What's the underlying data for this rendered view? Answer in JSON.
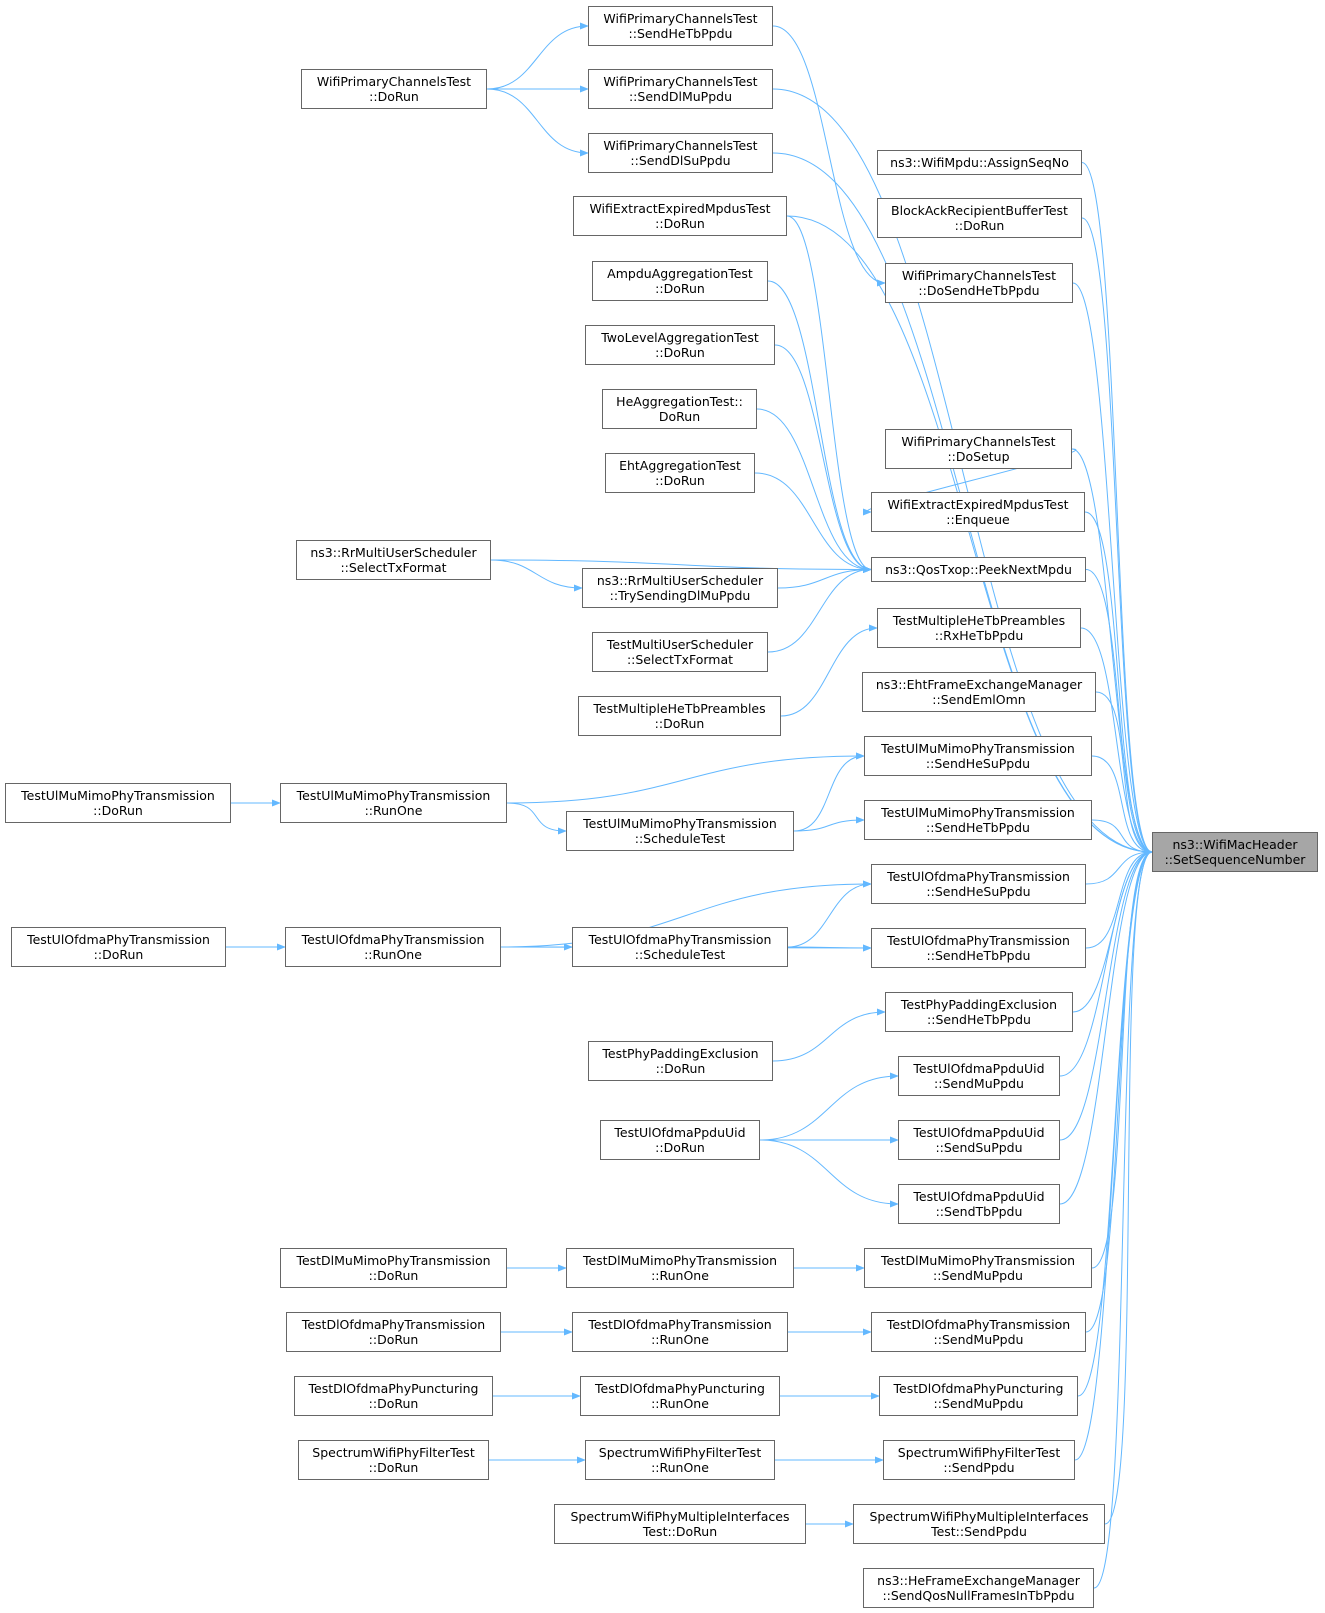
{
  "root": {
    "line1": "ns3::WifiMacHeader",
    "line2": "::SetSequenceNumber"
  },
  "colors": {
    "edge": "#63b8ff",
    "node_border": "#666666",
    "root_fill": "#a6a6a6"
  },
  "nodes": [
    {
      "id": "n1",
      "line1": "WifiPrimaryChannelsTest",
      "line2": "::SendHeTbPpdu"
    },
    {
      "id": "n2",
      "line1": "WifiPrimaryChannelsTest",
      "line2": "::DoRun"
    },
    {
      "id": "n3",
      "line1": "WifiPrimaryChannelsTest",
      "line2": "::SendDlMuPpdu"
    },
    {
      "id": "n4",
      "line1": "WifiPrimaryChannelsTest",
      "line2": "::SendDlSuPpdu"
    },
    {
      "id": "n5",
      "line1": "ns3::WifiMpdu::AssignSeqNo",
      "line2": ""
    },
    {
      "id": "n6",
      "line1": "BlockAckRecipientBufferTest",
      "line2": "::DoRun"
    },
    {
      "id": "n7",
      "line1": "WifiExtractExpiredMpdusTest",
      "line2": "::DoRun"
    },
    {
      "id": "n8",
      "line1": "WifiPrimaryChannelsTest",
      "line2": "::DoSendHeTbPpdu"
    },
    {
      "id": "n9",
      "line1": "AmpduAggregationTest",
      "line2": "::DoRun"
    },
    {
      "id": "n10",
      "line1": "TwoLevelAggregationTest",
      "line2": "::DoRun"
    },
    {
      "id": "n11",
      "line1": "HeAggregationTest::",
      "line2": "DoRun"
    },
    {
      "id": "n12",
      "line1": "WifiPrimaryChannelsTest",
      "line2": "::DoSetup"
    },
    {
      "id": "n13",
      "line1": "EhtAggregationTest",
      "line2": "::DoRun"
    },
    {
      "id": "n14",
      "line1": "WifiExtractExpiredMpdusTest",
      "line2": "::Enqueue"
    },
    {
      "id": "n15",
      "line1": "ns3::RrMultiUserScheduler",
      "line2": "::SelectTxFormat"
    },
    {
      "id": "n16",
      "line1": "ns3::QosTxop::PeekNextMpdu",
      "line2": ""
    },
    {
      "id": "n17",
      "line1": "ns3::RrMultiUserScheduler",
      "line2": "::TrySendingDlMuPpdu"
    },
    {
      "id": "n18",
      "line1": "TestMultipleHeTbPreambles",
      "line2": "::RxHeTbPpdu"
    },
    {
      "id": "n19",
      "line1": "TestMultiUserScheduler",
      "line2": "::SelectTxFormat"
    },
    {
      "id": "n20",
      "line1": "ns3::EhtFrameExchangeManager",
      "line2": "::SendEmlOmn"
    },
    {
      "id": "n21",
      "line1": "TestMultipleHeTbPreambles",
      "line2": "::DoRun"
    },
    {
      "id": "n22",
      "line1": "TestUlMuMimoPhyTransmission",
      "line2": "::SendHeSuPpdu"
    },
    {
      "id": "n23",
      "line1": "TestUlMuMimoPhyTransmission",
      "line2": "::DoRun"
    },
    {
      "id": "n24",
      "line1": "TestUlMuMimoPhyTransmission",
      "line2": "::RunOne"
    },
    {
      "id": "n25",
      "line1": "TestUlMuMimoPhyTransmission",
      "line2": "::SendHeTbPpdu"
    },
    {
      "id": "n26",
      "line1": "TestUlMuMimoPhyTransmission",
      "line2": "::ScheduleTest"
    },
    {
      "id": "n27",
      "line1": "TestUlOfdmaPhyTransmission",
      "line2": "::SendHeSuPpdu"
    },
    {
      "id": "n28",
      "line1": "TestUlOfdmaPhyTransmission",
      "line2": "::DoRun"
    },
    {
      "id": "n29",
      "line1": "TestUlOfdmaPhyTransmission",
      "line2": "::RunOne"
    },
    {
      "id": "n30",
      "line1": "TestUlOfdmaPhyTransmission",
      "line2": "::ScheduleTest"
    },
    {
      "id": "n31",
      "line1": "TestUlOfdmaPhyTransmission",
      "line2": "::SendHeTbPpdu"
    },
    {
      "id": "n32",
      "line1": "TestPhyPaddingExclusion",
      "line2": "::SendHeTbPpdu"
    },
    {
      "id": "n33",
      "line1": "TestPhyPaddingExclusion",
      "line2": "::DoRun"
    },
    {
      "id": "n34",
      "line1": "TestUlOfdmaPpduUid",
      "line2": "::SendMuPpdu"
    },
    {
      "id": "n35",
      "line1": "TestUlOfdmaPpduUid",
      "line2": "::DoRun"
    },
    {
      "id": "n36",
      "line1": "TestUlOfdmaPpduUid",
      "line2": "::SendSuPpdu"
    },
    {
      "id": "n37",
      "line1": "TestUlOfdmaPpduUid",
      "line2": "::SendTbPpdu"
    },
    {
      "id": "n38",
      "line1": "TestDlMuMimoPhyTransmission",
      "line2": "::DoRun"
    },
    {
      "id": "n39",
      "line1": "TestDlMuMimoPhyTransmission",
      "line2": "::RunOne"
    },
    {
      "id": "n40",
      "line1": "TestDlMuMimoPhyTransmission",
      "line2": "::SendMuPpdu"
    },
    {
      "id": "n41",
      "line1": "TestDlOfdmaPhyTransmission",
      "line2": "::DoRun"
    },
    {
      "id": "n42",
      "line1": "TestDlOfdmaPhyTransmission",
      "line2": "::RunOne"
    },
    {
      "id": "n43",
      "line1": "TestDlOfdmaPhyTransmission",
      "line2": "::SendMuPpdu"
    },
    {
      "id": "n44",
      "line1": "TestDlOfdmaPhyPuncturing",
      "line2": "::DoRun"
    },
    {
      "id": "n45",
      "line1": "TestDlOfdmaPhyPuncturing",
      "line2": "::RunOne"
    },
    {
      "id": "n46",
      "line1": "TestDlOfdmaPhyPuncturing",
      "line2": "::SendMuPpdu"
    },
    {
      "id": "n47",
      "line1": "SpectrumWifiPhyFilterTest",
      "line2": "::DoRun"
    },
    {
      "id": "n48",
      "line1": "SpectrumWifiPhyFilterTest",
      "line2": "::RunOne"
    },
    {
      "id": "n49",
      "line1": "SpectrumWifiPhyFilterTest",
      "line2": "::SendPpdu"
    },
    {
      "id": "n50",
      "line1": "SpectrumWifiPhyMultipleInterfaces",
      "line2": "Test::DoRun"
    },
    {
      "id": "n51",
      "line1": "SpectrumWifiPhyMultipleInterfaces",
      "line2": "Test::SendPpdu"
    },
    {
      "id": "n52",
      "line1": "ns3::HeFrameExchangeManager",
      "line2": "::SendQosNullFramesInTbPpdu"
    }
  ],
  "edges": [
    [
      "n2",
      "n1"
    ],
    [
      "n2",
      "n3"
    ],
    [
      "n2",
      "n4"
    ],
    [
      "n1",
      "n8"
    ],
    [
      "n5",
      "root"
    ],
    [
      "n6",
      "root"
    ],
    [
      "n8",
      "root"
    ],
    [
      "n3",
      "root"
    ],
    [
      "n4",
      "root"
    ],
    [
      "n7",
      "root"
    ],
    [
      "n12",
      "root"
    ],
    [
      "n14",
      "root"
    ],
    [
      "n16",
      "root"
    ],
    [
      "n18",
      "root"
    ],
    [
      "n20",
      "root"
    ],
    [
      "n22",
      "root"
    ],
    [
      "n25",
      "root"
    ],
    [
      "n27",
      "root"
    ],
    [
      "n31",
      "root"
    ],
    [
      "n32",
      "root"
    ],
    [
      "n34",
      "root"
    ],
    [
      "n36",
      "root"
    ],
    [
      "n37",
      "root"
    ],
    [
      "n40",
      "root"
    ],
    [
      "n43",
      "root"
    ],
    [
      "n46",
      "root"
    ],
    [
      "n49",
      "root"
    ],
    [
      "n51",
      "root"
    ],
    [
      "n52",
      "root"
    ],
    [
      "n7",
      "n16"
    ],
    [
      "n9",
      "n16"
    ],
    [
      "n10",
      "n16"
    ],
    [
      "n11",
      "n16"
    ],
    [
      "n13",
      "n16"
    ],
    [
      "n15",
      "n16"
    ],
    [
      "n17",
      "n16"
    ],
    [
      "n19",
      "n16"
    ],
    [
      "n12",
      "n14"
    ],
    [
      "n15",
      "n17"
    ],
    [
      "n21",
      "n18"
    ],
    [
      "n23",
      "n24"
    ],
    [
      "n24",
      "n22"
    ],
    [
      "n24",
      "n26"
    ],
    [
      "n26",
      "n22"
    ],
    [
      "n26",
      "n25"
    ],
    [
      "n28",
      "n29"
    ],
    [
      "n29",
      "n27"
    ],
    [
      "n29",
      "n30"
    ],
    [
      "n29",
      "n31"
    ],
    [
      "n30",
      "n27"
    ],
    [
      "n30",
      "n31"
    ],
    [
      "n33",
      "n32"
    ],
    [
      "n35",
      "n34"
    ],
    [
      "n35",
      "n36"
    ],
    [
      "n35",
      "n37"
    ],
    [
      "n38",
      "n39"
    ],
    [
      "n39",
      "n40"
    ],
    [
      "n41",
      "n42"
    ],
    [
      "n42",
      "n43"
    ],
    [
      "n44",
      "n45"
    ],
    [
      "n45",
      "n46"
    ],
    [
      "n47",
      "n48"
    ],
    [
      "n48",
      "n49"
    ],
    [
      "n50",
      "n51"
    ]
  ]
}
